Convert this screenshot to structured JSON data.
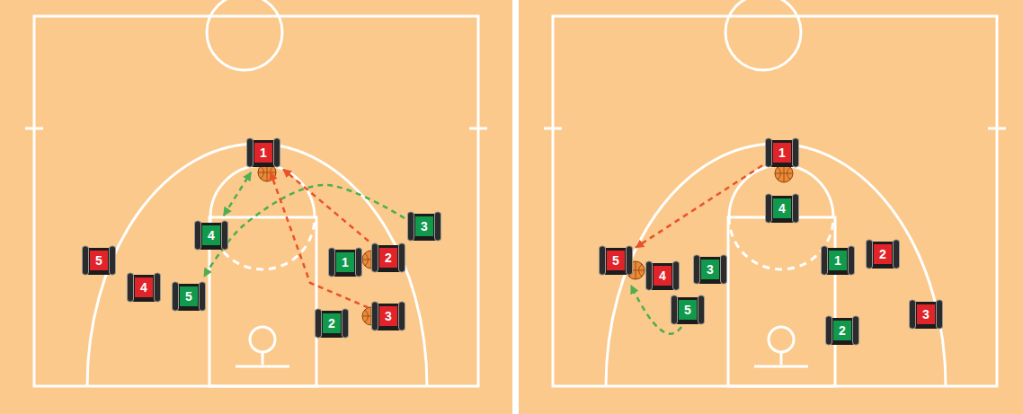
{
  "diagram": {
    "nodes": [
      {
        "text": [
          "1"
        ]
      },
      {
        "text": [
          "4"
        ]
      },
      {
        "text": [
          "3"
        ]
      },
      {
        "text": [
          "5"
        ]
      },
      {
        "text": [
          "2"
        ]
      },
      {
        "text": [
          "1"
        ]
      },
      {
        "text": [
          "4"
        ]
      },
      {
        "text": [
          "5"
        ]
      },
      {
        "text": [
          "2"
        ]
      },
      {
        "text": [
          "3"
        ]
      },
      {
        "text": [
          "1"
        ]
      },
      {
        "text": [
          "4"
        ]
      },
      {
        "text": [
          "5"
        ]
      },
      {
        "text": [
          "1"
        ]
      },
      {
        "text": [
          "2"
        ]
      },
      {
        "text": [
          "4"
        ]
      },
      {
        "text": [
          "3"
        ]
      },
      {
        "text": [
          "5"
        ]
      },
      {
        "text": [
          "3"
        ]
      },
      {
        "text": [
          "2"
        ]
      }
    ],
    "edges": [
      {
        "from": 1,
        "to": 0,
        "arrow": "both"
      },
      {
        "from": 2,
        "to": 7,
        "arrow": "to"
      },
      {
        "from": 4,
        "to": 0,
        "arrow": "to"
      },
      {
        "from": 9,
        "to": 0,
        "arrow": "to"
      },
      {
        "from": 10,
        "to": 12,
        "arrow": "to"
      }
    ]
  }
}
